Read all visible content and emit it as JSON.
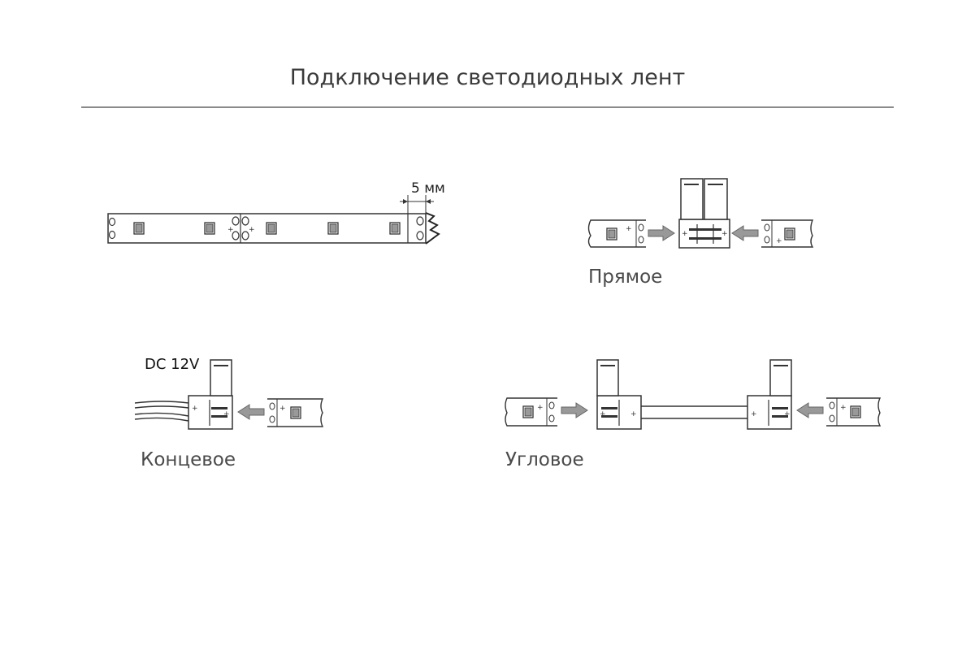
{
  "title": "Подключение светодиодных лент",
  "cut_dimension": "5 мм",
  "power_label": "DC 12V",
  "connection_types": [
    {
      "id": "straight",
      "label": "Прямое"
    },
    {
      "id": "end",
      "label": "Концевое"
    },
    {
      "id": "corner",
      "label": "Угловое"
    }
  ],
  "colors": {
    "line": "#333333",
    "title": "#3a3a3a",
    "arrow": "#999999",
    "rule": "#8a8a8a"
  },
  "icons": {
    "arrow": "insert-arrow-icon",
    "scissors": "cut-mark-icon"
  }
}
